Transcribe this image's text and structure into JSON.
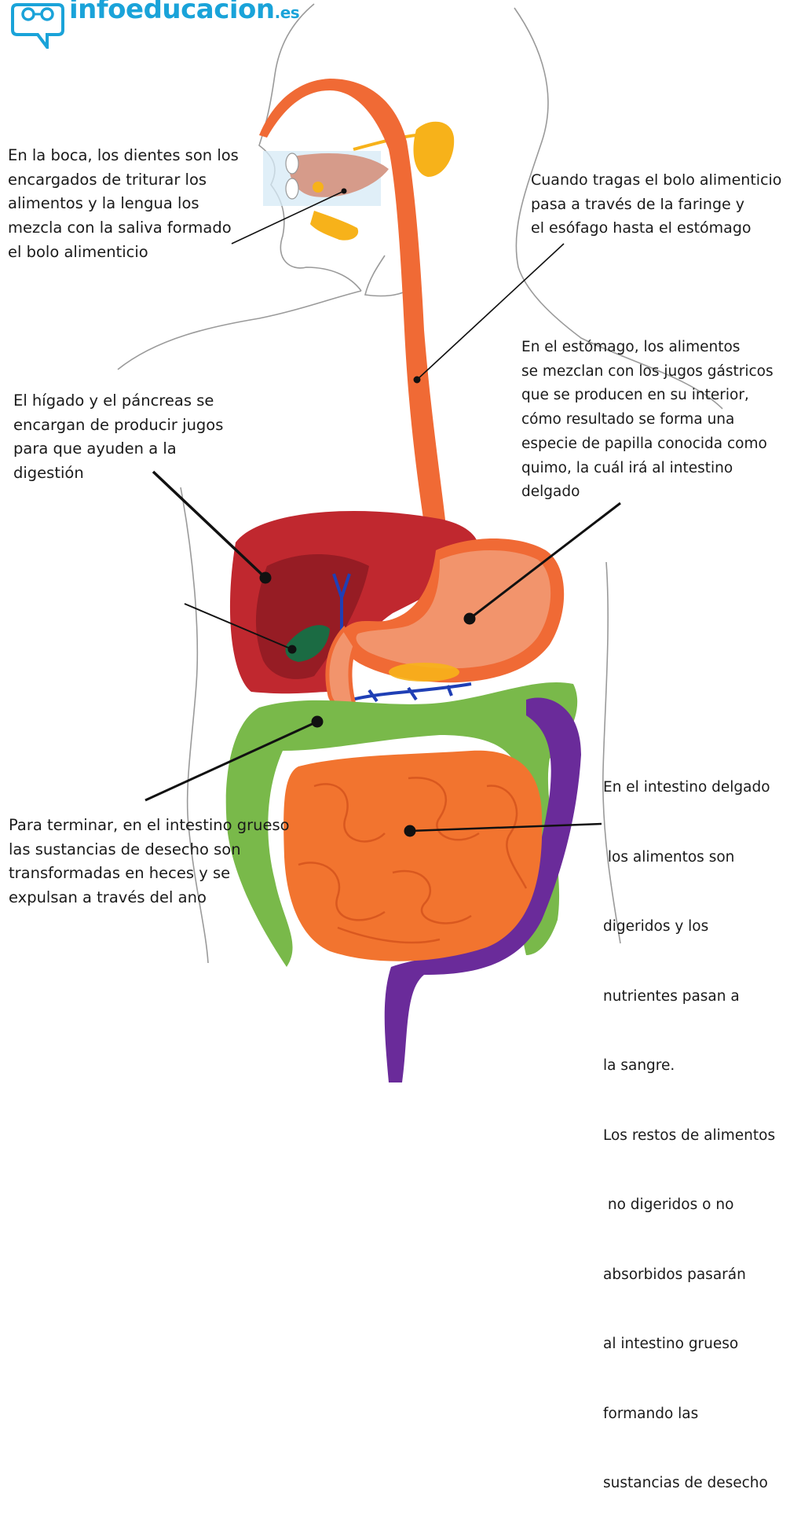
{
  "logo": {
    "brand_name": "infoeducacion",
    "brand_suffix": ".es"
  },
  "annotations": {
    "mouth": {
      "lines": [
        "En la boca, los dientes son los",
        "encargados de triturar los",
        "alimentos y la lengua los",
        "mezcla con la saliva formado",
        "el bolo alimenticio"
      ]
    },
    "esophagus": {
      "lines": [
        "Cuando tragas el bolo alimenticio",
        "pasa a través de la faringe y",
        "el esófago hasta el estómago"
      ]
    },
    "stomach": {
      "lines": [
        "En el estómago, los alimentos",
        "se mezclan con los jugos gástricos",
        "que se producen en su interior,",
        "cómo resultado se forma una",
        "especie de papilla conocida como",
        "quimo, la cuál irá al intestino",
        "delgado"
      ]
    },
    "liver": {
      "lines": [
        "El hígado y el páncreas se",
        "encargan de producir jugos",
        "para que ayuden a la",
        "digestión"
      ]
    },
    "large_intestine": {
      "lines": [
        "Para terminar, en el intestino grueso",
        "las sustancias de desecho son",
        "transformadas en heces y se",
        "expulsan a través del ano"
      ]
    },
    "small_intestine": {
      "lines": [
        "En el intestino delgado",
        " los alimentos son",
        "digeridos y los",
        "nutrientes pasan a",
        "la sangre.",
        "Los restos de alimentos",
        " no digeridos o no",
        "absorbidos pasarán",
        "al intestino grueso",
        "formando las",
        "sustancias de desecho"
      ]
    }
  },
  "colors": {
    "esophagus": "#f06a35",
    "stomach_fill": "#f2946c",
    "liver": "#c0282f",
    "liver_dark": "#8e1a22",
    "gallbladder": "#1b6b43",
    "bile_duct": "#1f3fb5",
    "large_intestine": "#79b94a",
    "small_intestine": "#f2742f",
    "rectum": "#6a2b9a",
    "salivary_gland": "#f7b21a",
    "tongue": "#d69b8a",
    "logo": "#1aa3d9",
    "outline": "#9a9a9a"
  }
}
